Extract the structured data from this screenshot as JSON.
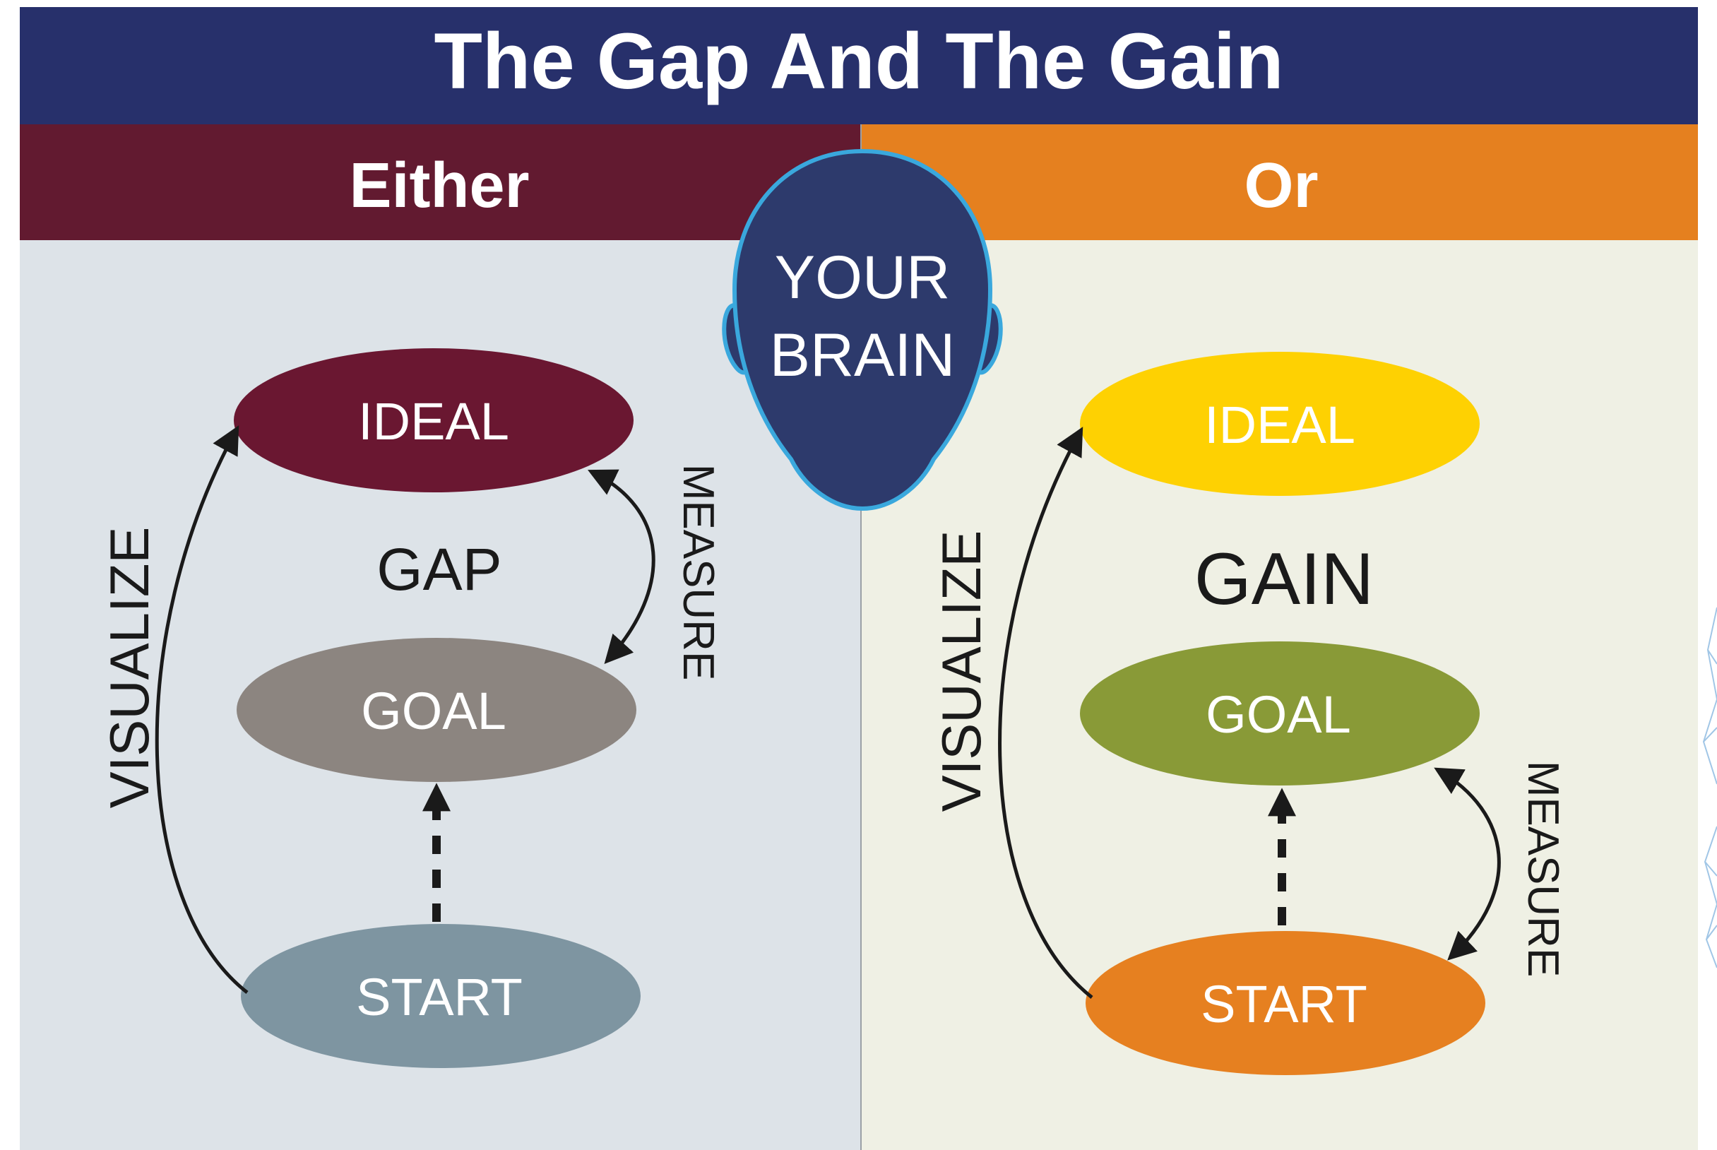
{
  "title": "The Gap And The Gain",
  "left_header": "Either",
  "right_header": "Or",
  "brain_line1": "YOUR",
  "brain_line2": "BRAIN",
  "left": {
    "ideal": "IDEAL",
    "gap": "GAP",
    "goal": "GOAL",
    "start": "START",
    "visualize": "VISUALIZE",
    "measure": "MEASURE"
  },
  "right": {
    "ideal": "IDEAL",
    "gain": "GAIN",
    "goal": "GOAL",
    "start": "START",
    "visualize": "VISUALIZE",
    "measure": "MEASURE"
  },
  "colors": {
    "title_bar": "#27306b",
    "either_bar": "#621a30",
    "or_bar": "#e5801f",
    "left_panel": "#dde3e8",
    "right_panel": "#eff0e4",
    "left_ideal": "#6a1731",
    "left_goal": "#8c8580",
    "left_start": "#7e95a1",
    "right_ideal": "#fed102",
    "right_goal": "#899a37",
    "right_start": "#e68020",
    "head": "#2d3a6c",
    "head_outline": "#3aa8dd"
  }
}
